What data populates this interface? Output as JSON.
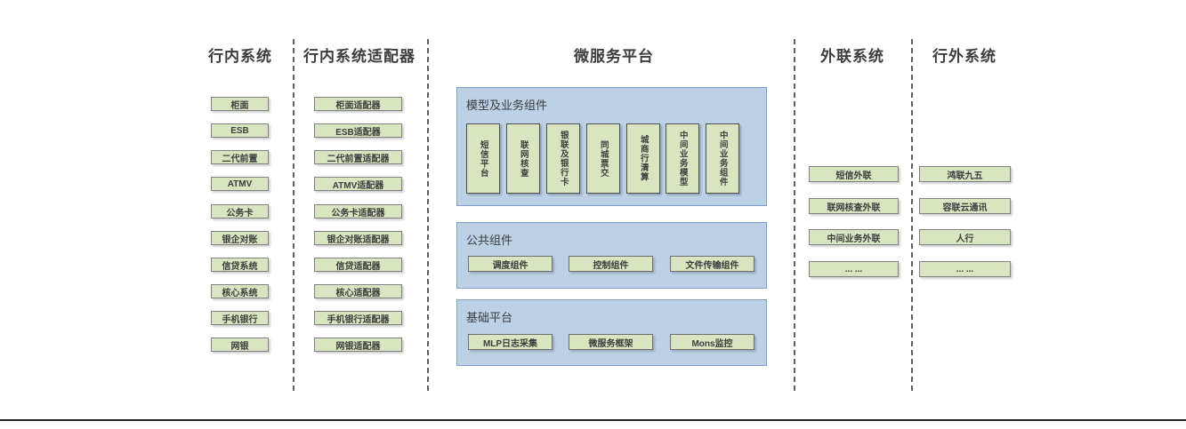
{
  "columns": [
    {
      "title": "行内系统",
      "items": [
        "柜面",
        "ESB",
        "二代前置",
        "ATMV",
        "公务卡",
        "银企对账",
        "信贷系统",
        "核心系统",
        "手机银行",
        "网银"
      ]
    },
    {
      "title": "行内系统适配器",
      "items": [
        "柜面适配器",
        "ESB适配器",
        "二代前置适配器",
        "ATMV适配器",
        "公务卡适配器",
        "银企对账适配器",
        "信贷适配器",
        "核心适配器",
        "手机银行适配器",
        "网银适配器"
      ]
    },
    {
      "title": "微服务平台",
      "groups": [
        {
          "label": "模型及业务组件",
          "items": [
            "短信平台",
            "联网核查",
            "银联及银行卡",
            "同城票交",
            "城商行清算",
            "中间业务模型",
            "中间业务组件"
          ]
        },
        {
          "label": "公共组件",
          "items": [
            "调度组件",
            "控制组件",
            "文件传输组件"
          ]
        },
        {
          "label": "基础平台",
          "items": [
            "MLP日志采集",
            "微服务框架",
            "Mons监控"
          ]
        }
      ]
    },
    {
      "title": "外联系统",
      "items": [
        "短信外联",
        "联网核查外联",
        "中间业务外联",
        "... ..."
      ]
    },
    {
      "title": "行外系统",
      "items": [
        "鸿联九五",
        "容联云通讯",
        "人行",
        "... ..."
      ]
    }
  ],
  "colors": {
    "box_green_fill": "#d9e5c1",
    "box_border_gray": "#808080",
    "panel_blue_fill": "#bcd0e6",
    "panel_blue_border": "#7e9dc8",
    "dash_line": "#5f5f5f",
    "title_text": "#3d3d3d",
    "bottom_rule": "#1f1f1f"
  }
}
